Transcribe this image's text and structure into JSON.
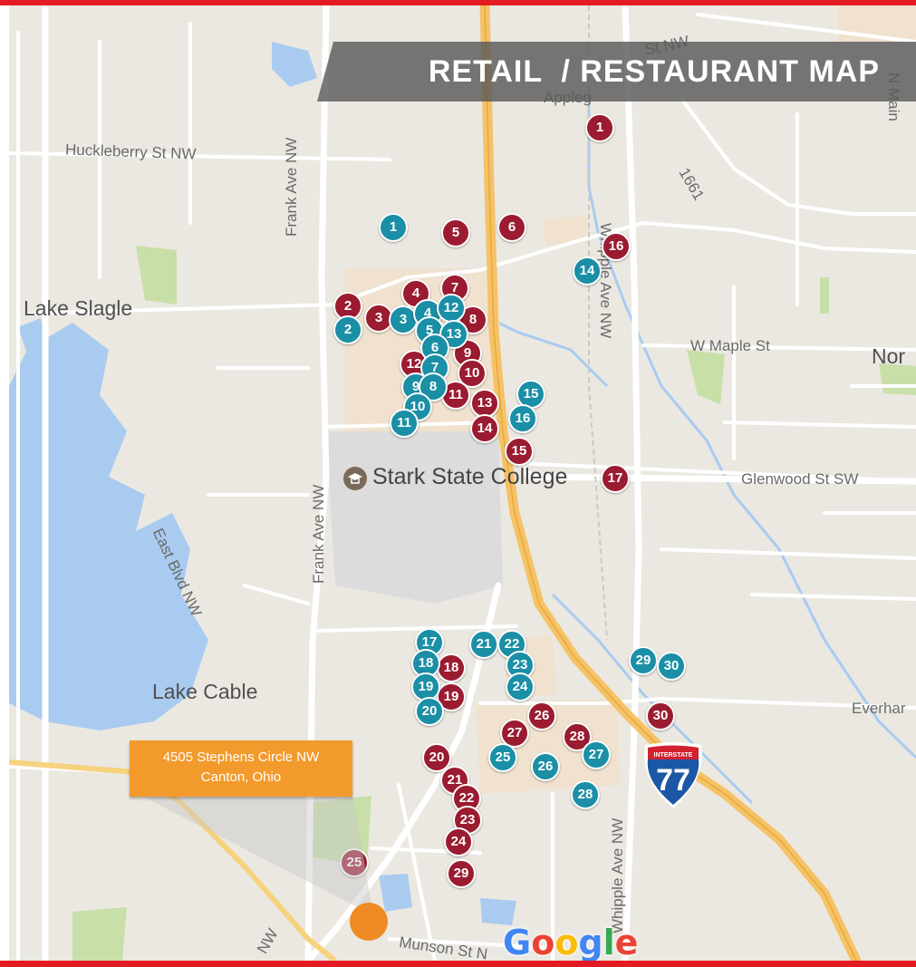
{
  "title": "RETAIL  / RESTAURANT MAP",
  "address": {
    "line1": "4505 Stephens Circle NW",
    "line2": "Canton, Ohio"
  },
  "labels": {
    "huckleberry": "Huckleberry St NW",
    "frank_north": "Frank Ave NW",
    "frank_south": "Frank Ave NW",
    "lake_slagle": "Lake Slagle",
    "lake_cable": "Lake Cable",
    "east_blvd": "East Blvd NW",
    "w_maple": "W Maple St",
    "glenwood": "Glenwood St SW",
    "whipple_north": "Whipple Ave NW",
    "whipple_south": "Whipple Ave NW",
    "college": "Stark State College",
    "everhard": "Everhar",
    "munson": "Munson St N",
    "appleg": "Appleg",
    "st_nw_top": "St NW",
    "route_1661": "1661",
    "nor": "Nor",
    "n_main": "N Main",
    "nw_bottom": "NW"
  },
  "shield": {
    "top_text": "INTERSTATE",
    "number": "77"
  },
  "google": [
    "G",
    "o",
    "o",
    "g",
    "l",
    "e"
  ],
  "google_colors": [
    "#4285F4",
    "#EA4335",
    "#FBBC05",
    "#4285F4",
    "#34A853",
    "#EA4335"
  ],
  "colors": {
    "retail": "#9b1b30",
    "restaurant": "#1a8fa6",
    "accent": "#e31b23",
    "callout": "#f39a2c",
    "highway": "#f5c266",
    "water": "#a9cbf0",
    "park": "#c8dfa8"
  },
  "markers": [
    {
      "type": "retail",
      "label": "1"
    },
    {
      "type": "retail",
      "label": "5"
    },
    {
      "type": "retail",
      "label": "6"
    },
    {
      "type": "retail",
      "label": "16"
    },
    {
      "type": "retail",
      "label": "7"
    },
    {
      "type": "retail",
      "label": "4"
    },
    {
      "type": "retail",
      "label": "2"
    },
    {
      "type": "retail",
      "label": "3"
    },
    {
      "type": "retail",
      "label": "8"
    },
    {
      "type": "retail",
      "label": "9"
    },
    {
      "type": "retail",
      "label": "12"
    },
    {
      "type": "retail",
      "label": "10"
    },
    {
      "type": "retail",
      "label": "11"
    },
    {
      "type": "retail",
      "label": "13"
    },
    {
      "type": "retail",
      "label": "14"
    },
    {
      "type": "retail",
      "label": "15"
    },
    {
      "type": "retail",
      "label": "17"
    },
    {
      "type": "retail",
      "label": "18"
    },
    {
      "type": "retail",
      "label": "19"
    },
    {
      "type": "retail",
      "label": "26"
    },
    {
      "type": "retail",
      "label": "27"
    },
    {
      "type": "retail",
      "label": "28"
    },
    {
      "type": "retail",
      "label": "30"
    },
    {
      "type": "retail",
      "label": "20"
    },
    {
      "type": "retail",
      "label": "21"
    },
    {
      "type": "retail",
      "label": "22"
    },
    {
      "type": "retail",
      "label": "23"
    },
    {
      "type": "retail",
      "label": "24"
    },
    {
      "type": "retail",
      "label": "29"
    },
    {
      "type": "retail",
      "label": "25"
    },
    {
      "type": "restaurant",
      "label": "1"
    },
    {
      "type": "restaurant",
      "label": "14"
    },
    {
      "type": "restaurant",
      "label": "2"
    },
    {
      "type": "restaurant",
      "label": "3"
    },
    {
      "type": "restaurant",
      "label": "4"
    },
    {
      "type": "restaurant",
      "label": "12"
    },
    {
      "type": "restaurant",
      "label": "5"
    },
    {
      "type": "restaurant",
      "label": "13"
    },
    {
      "type": "restaurant",
      "label": "6"
    },
    {
      "type": "restaurant",
      "label": "7"
    },
    {
      "type": "restaurant",
      "label": "9"
    },
    {
      "type": "restaurant",
      "label": "8"
    },
    {
      "type": "restaurant",
      "label": "10"
    },
    {
      "type": "restaurant",
      "label": "11"
    },
    {
      "type": "restaurant",
      "label": "15"
    },
    {
      "type": "restaurant",
      "label": "16"
    },
    {
      "type": "restaurant",
      "label": "17"
    },
    {
      "type": "restaurant",
      "label": "18"
    },
    {
      "type": "restaurant",
      "label": "19"
    },
    {
      "type": "restaurant",
      "label": "20"
    },
    {
      "type": "restaurant",
      "label": "21"
    },
    {
      "type": "restaurant",
      "label": "22"
    },
    {
      "type": "restaurant",
      "label": "23"
    },
    {
      "type": "restaurant",
      "label": "24"
    },
    {
      "type": "restaurant",
      "label": "29"
    },
    {
      "type": "restaurant",
      "label": "30"
    },
    {
      "type": "restaurant",
      "label": "25"
    },
    {
      "type": "restaurant",
      "label": "26"
    },
    {
      "type": "restaurant",
      "label": "27"
    },
    {
      "type": "restaurant",
      "label": "28"
    }
  ]
}
